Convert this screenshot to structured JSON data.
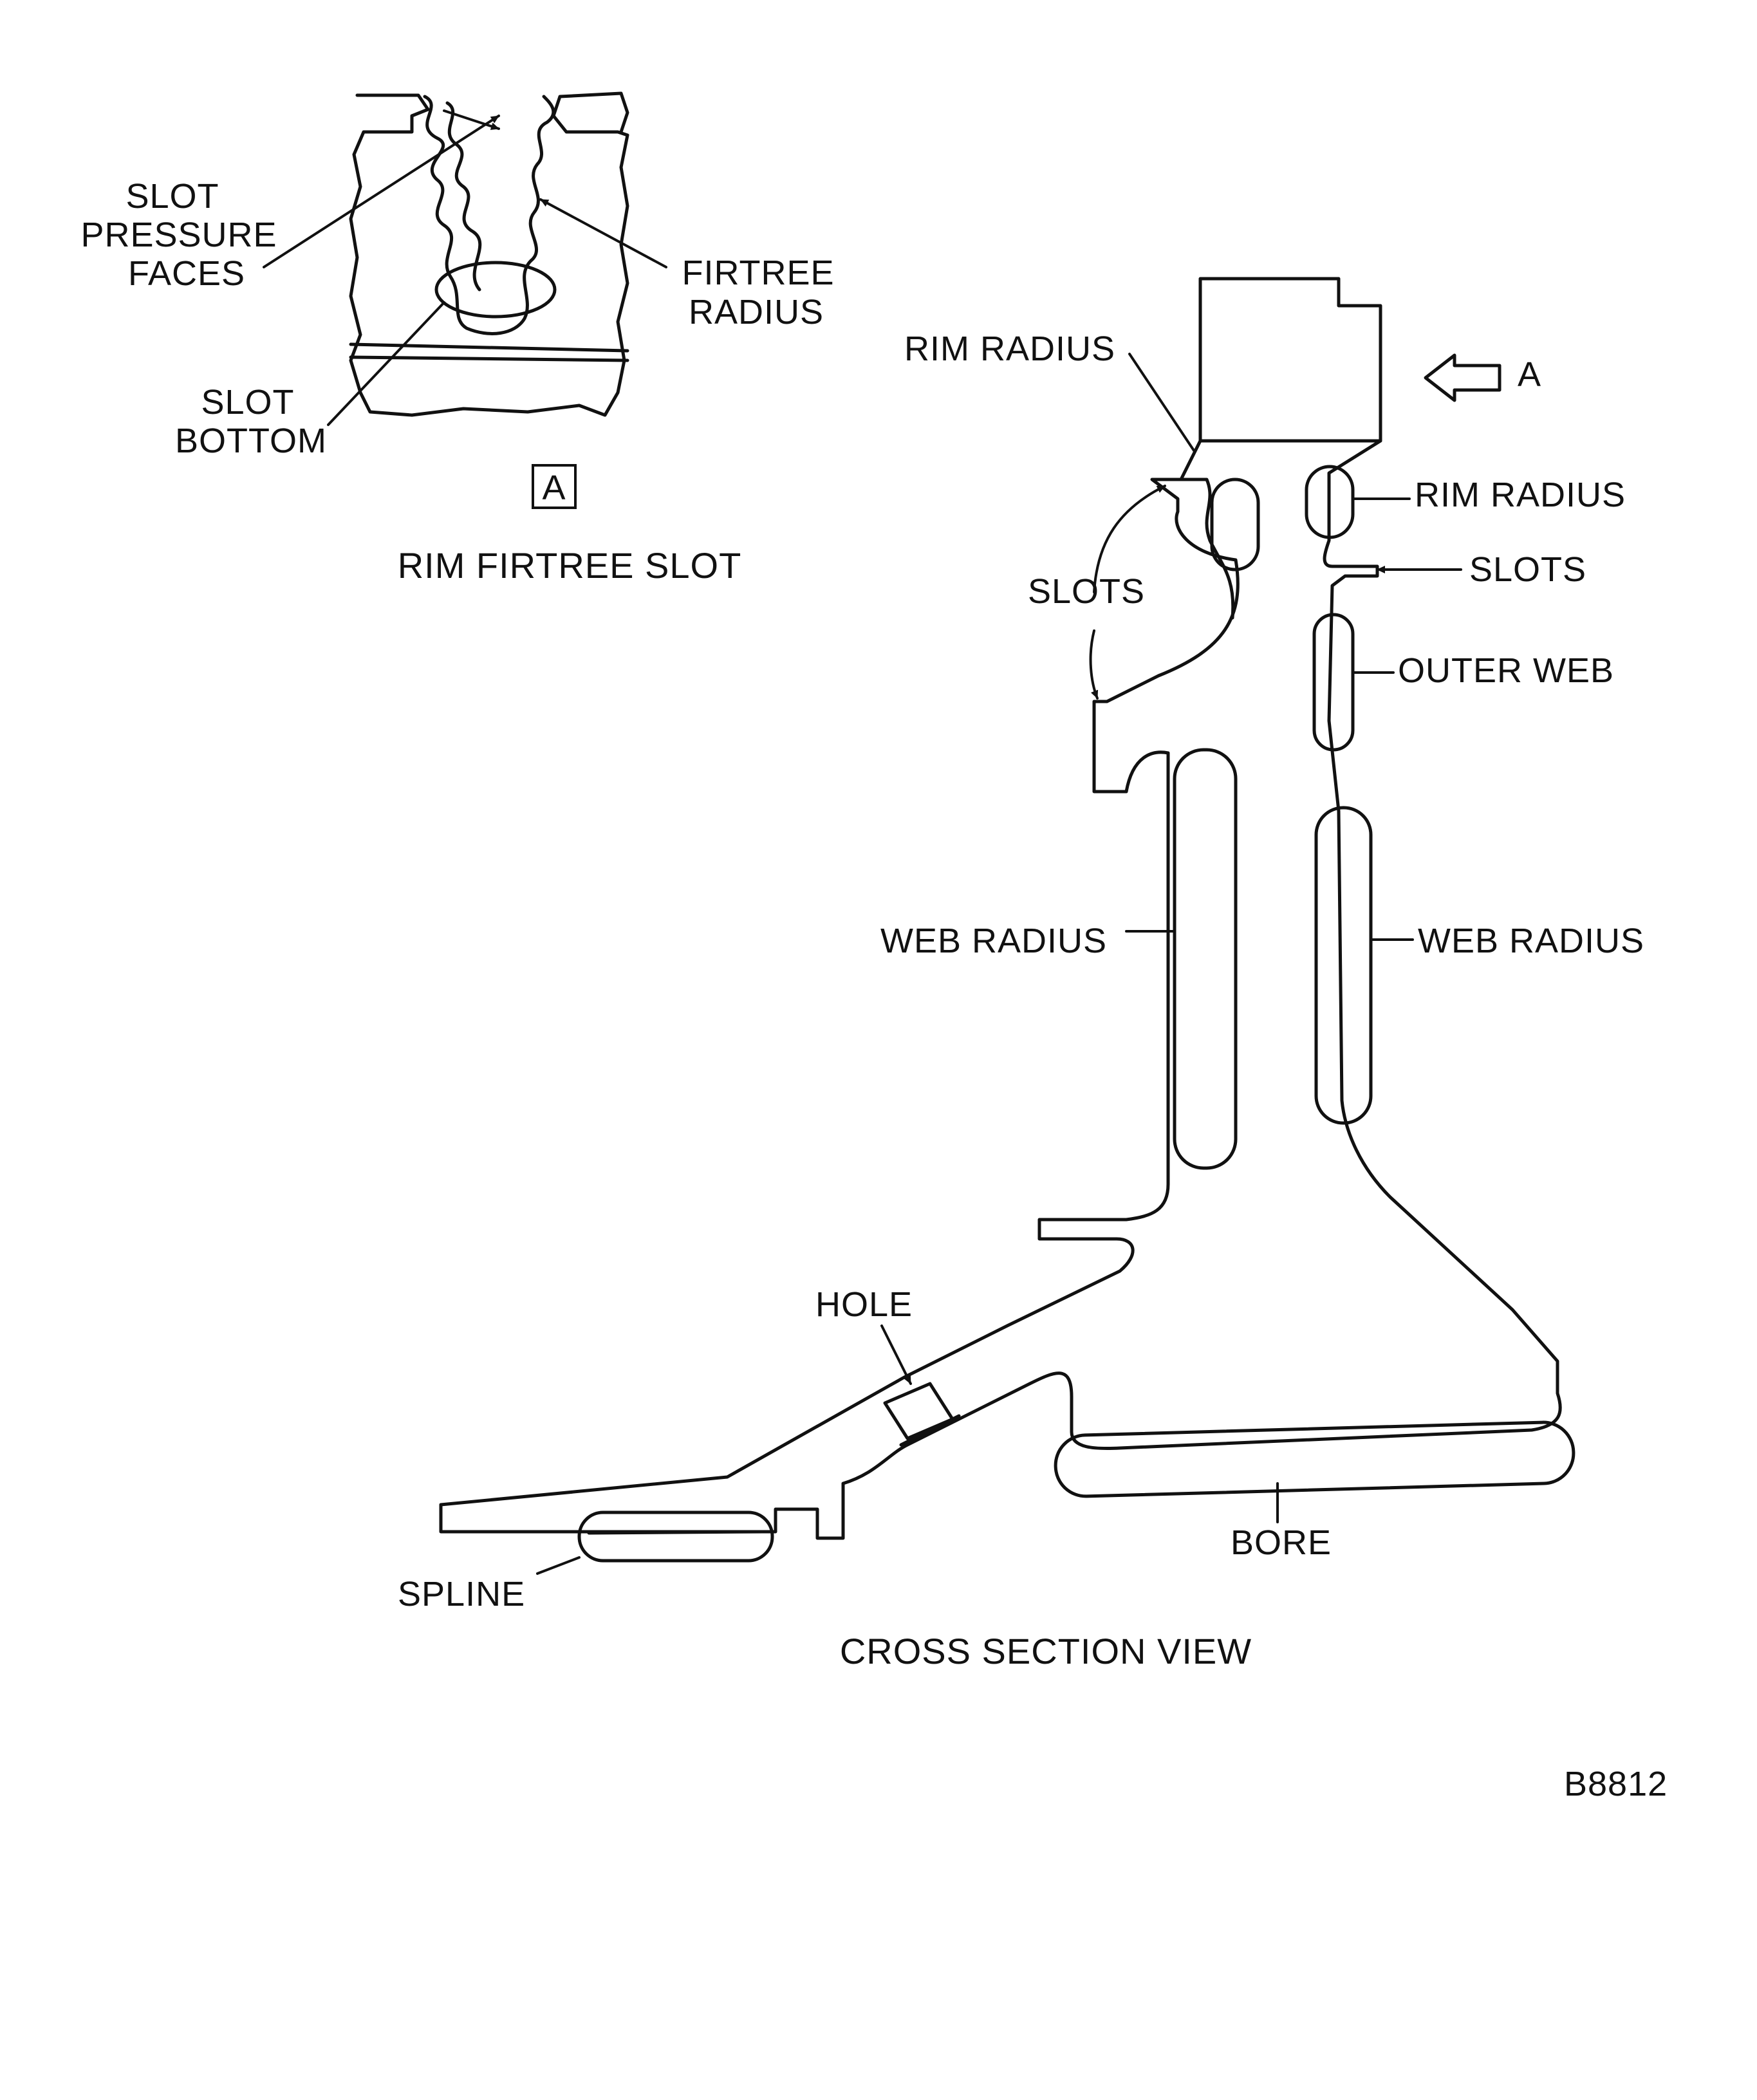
{
  "inset": {
    "labels": {
      "slot_pressure_faces": [
        "SLOT",
        "PRESSURE",
        "FACES"
      ],
      "firtree_radius": [
        "FIRTREE",
        "RADIUS"
      ],
      "slot_bottom": [
        "SLOT",
        "BOTTOM"
      ]
    },
    "view_marker": "A",
    "caption": "RIM FIRTREE SLOT"
  },
  "cross_section": {
    "labels": {
      "rim_radius_left": "RIM RADIUS",
      "rim_radius_right": "RIM RADIUS",
      "view_arrow": "A",
      "slots_left": "SLOTS",
      "slots_right": "SLOTS",
      "outer_web": "OUTER WEB",
      "web_radius_left": "WEB RADIUS",
      "web_radius_right": "WEB RADIUS",
      "hole": "HOLE",
      "bore": "BORE",
      "spline": "SPLINE"
    },
    "caption": "CROSS SECTION VIEW"
  },
  "figure_id": "B8812"
}
